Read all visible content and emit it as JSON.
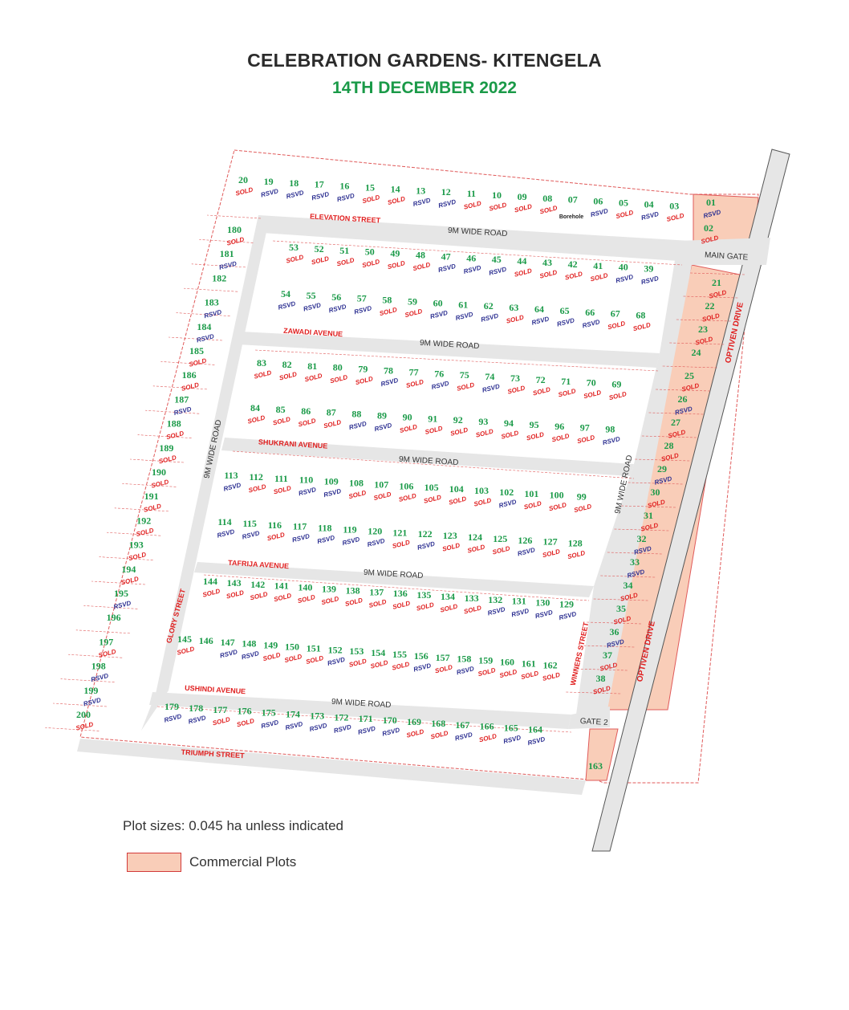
{
  "title": "CELEBRATION GARDENS- KITENGELA",
  "date": "14TH DECEMBER 2022",
  "note": "Plot sizes: 0.045 ha unless indicated",
  "legend": {
    "label": "Commercial Plots",
    "color": "#f9cdb8"
  },
  "colors": {
    "plot_number": "#1a9a48",
    "sold": "#e02020",
    "rsvd": "#2e3192",
    "road_label": "#e02020",
    "boundary": "#e05a5a",
    "road_fill": "#e6e6e6"
  },
  "statuses": {
    "sold": "SOLD",
    "rsvd": "RSVD"
  },
  "roads": {
    "elevation": "ELEVATION STREET",
    "zawadi": "ZAWADI AVENUE",
    "shukrani": "SHUKRANI AVENUE",
    "tafrija": "TAFRIJA AVENUE",
    "ushindi": "USHINDI AVENUE",
    "triumph": "TRIUMPH STREET",
    "glory": "GLORY STREET",
    "winners": "WINNERS STREET",
    "optiven1": "OPTIVEN DRIVE",
    "optiven2": "OPTIVEN DRIVE",
    "nine_m": "9M WIDE ROAD",
    "main_gate": "MAIN GATE",
    "gate2": "GATE 2",
    "borehole": "Borehole"
  },
  "plots": [
    {
      "n": "20",
      "s": "sold"
    },
    {
      "n": "19",
      "s": "rsvd"
    },
    {
      "n": "18",
      "s": "rsvd"
    },
    {
      "n": "17",
      "s": "rsvd"
    },
    {
      "n": "16",
      "s": "rsvd"
    },
    {
      "n": "15",
      "s": "sold"
    },
    {
      "n": "14",
      "s": "sold"
    },
    {
      "n": "13",
      "s": "rsvd"
    },
    {
      "n": "12",
      "s": "rsvd"
    },
    {
      "n": "11",
      "s": "sold"
    },
    {
      "n": "10",
      "s": "sold"
    },
    {
      "n": "09",
      "s": "sold"
    },
    {
      "n": "08",
      "s": "sold"
    },
    {
      "n": "07",
      "s": ""
    },
    {
      "n": "06",
      "s": "rsvd"
    },
    {
      "n": "05",
      "s": "sold"
    },
    {
      "n": "04",
      "s": "rsvd"
    },
    {
      "n": "03",
      "s": "sold"
    },
    {
      "n": "01",
      "s": "rsvd"
    },
    {
      "n": "02",
      "s": "sold"
    },
    {
      "n": "53",
      "s": "sold"
    },
    {
      "n": "52",
      "s": "sold"
    },
    {
      "n": "51",
      "s": "sold"
    },
    {
      "n": "50",
      "s": "sold"
    },
    {
      "n": "49",
      "s": "sold"
    },
    {
      "n": "48",
      "s": "sold"
    },
    {
      "n": "47",
      "s": "rsvd"
    },
    {
      "n": "46",
      "s": "rsvd"
    },
    {
      "n": "45",
      "s": "rsvd"
    },
    {
      "n": "44",
      "s": "sold"
    },
    {
      "n": "43",
      "s": "sold"
    },
    {
      "n": "42",
      "s": "sold"
    },
    {
      "n": "41",
      "s": "sold"
    },
    {
      "n": "40",
      "s": "rsvd"
    },
    {
      "n": "39",
      "s": "rsvd"
    },
    {
      "n": "54",
      "s": "rsvd"
    },
    {
      "n": "55",
      "s": "rsvd"
    },
    {
      "n": "56",
      "s": "rsvd"
    },
    {
      "n": "57",
      "s": "rsvd"
    },
    {
      "n": "58",
      "s": "sold"
    },
    {
      "n": "59",
      "s": "sold"
    },
    {
      "n": "60",
      "s": "rsvd"
    },
    {
      "n": "61",
      "s": "rsvd"
    },
    {
      "n": "62",
      "s": "rsvd"
    },
    {
      "n": "63",
      "s": "sold"
    },
    {
      "n": "64",
      "s": "rsvd"
    },
    {
      "n": "65",
      "s": "rsvd"
    },
    {
      "n": "66",
      "s": "rsvd"
    },
    {
      "n": "67",
      "s": "sold"
    },
    {
      "n": "68",
      "s": "sold"
    },
    {
      "n": "83",
      "s": "sold"
    },
    {
      "n": "82",
      "s": "sold"
    },
    {
      "n": "81",
      "s": "sold"
    },
    {
      "n": "80",
      "s": "sold"
    },
    {
      "n": "79",
      "s": "sold"
    },
    {
      "n": "78",
      "s": "rsvd"
    },
    {
      "n": "77",
      "s": "sold"
    },
    {
      "n": "76",
      "s": "rsvd"
    },
    {
      "n": "75",
      "s": "sold"
    },
    {
      "n": "74",
      "s": "rsvd"
    },
    {
      "n": "73",
      "s": "sold"
    },
    {
      "n": "72",
      "s": "sold"
    },
    {
      "n": "71",
      "s": "sold"
    },
    {
      "n": "70",
      "s": "sold"
    },
    {
      "n": "69",
      "s": "sold"
    },
    {
      "n": "84",
      "s": "sold"
    },
    {
      "n": "85",
      "s": "sold"
    },
    {
      "n": "86",
      "s": "sold"
    },
    {
      "n": "87",
      "s": "sold"
    },
    {
      "n": "88",
      "s": "rsvd"
    },
    {
      "n": "89",
      "s": "rsvd"
    },
    {
      "n": "90",
      "s": "sold"
    },
    {
      "n": "91",
      "s": "sold"
    },
    {
      "n": "92",
      "s": "sold"
    },
    {
      "n": "93",
      "s": "sold"
    },
    {
      "n": "94",
      "s": "sold"
    },
    {
      "n": "95",
      "s": "sold"
    },
    {
      "n": "96",
      "s": "sold"
    },
    {
      "n": "97",
      "s": "sold"
    },
    {
      "n": "98",
      "s": "rsvd"
    },
    {
      "n": "113",
      "s": "rsvd"
    },
    {
      "n": "112",
      "s": "sold"
    },
    {
      "n": "111",
      "s": "sold"
    },
    {
      "n": "110",
      "s": "rsvd"
    },
    {
      "n": "109",
      "s": "rsvd"
    },
    {
      "n": "108",
      "s": "sold"
    },
    {
      "n": "107",
      "s": "sold"
    },
    {
      "n": "106",
      "s": "sold"
    },
    {
      "n": "105",
      "s": "sold"
    },
    {
      "n": "104",
      "s": "sold"
    },
    {
      "n": "103",
      "s": "sold"
    },
    {
      "n": "102",
      "s": "rsvd"
    },
    {
      "n": "101",
      "s": "sold"
    },
    {
      "n": "100",
      "s": "sold"
    },
    {
      "n": "99",
      "s": "sold"
    },
    {
      "n": "114",
      "s": "rsvd"
    },
    {
      "n": "115",
      "s": "rsvd"
    },
    {
      "n": "116",
      "s": "sold"
    },
    {
      "n": "117",
      "s": "rsvd"
    },
    {
      "n": "118",
      "s": "rsvd"
    },
    {
      "n": "119",
      "s": "rsvd"
    },
    {
      "n": "120",
      "s": "rsvd"
    },
    {
      "n": "121",
      "s": "sold"
    },
    {
      "n": "122",
      "s": "rsvd"
    },
    {
      "n": "123",
      "s": "sold"
    },
    {
      "n": "124",
      "s": "sold"
    },
    {
      "n": "125",
      "s": "sold"
    },
    {
      "n": "126",
      "s": "rsvd"
    },
    {
      "n": "127",
      "s": "sold"
    },
    {
      "n": "128",
      "s": "sold"
    },
    {
      "n": "144",
      "s": "sold"
    },
    {
      "n": "143",
      "s": "sold"
    },
    {
      "n": "142",
      "s": "sold"
    },
    {
      "n": "141",
      "s": "sold"
    },
    {
      "n": "140",
      "s": "sold"
    },
    {
      "n": "139",
      "s": "sold"
    },
    {
      "n": "138",
      "s": "sold"
    },
    {
      "n": "137",
      "s": "sold"
    },
    {
      "n": "136",
      "s": "sold"
    },
    {
      "n": "135",
      "s": "sold"
    },
    {
      "n": "134",
      "s": "sold"
    },
    {
      "n": "133",
      "s": "sold"
    },
    {
      "n": "132",
      "s": "rsvd"
    },
    {
      "n": "131",
      "s": "rsvd"
    },
    {
      "n": "130",
      "s": "rsvd"
    },
    {
      "n": "129",
      "s": "rsvd"
    },
    {
      "n": "145",
      "s": "sold"
    },
    {
      "n": "146",
      "s": ""
    },
    {
      "n": "147",
      "s": "rsvd"
    },
    {
      "n": "148",
      "s": "rsvd"
    },
    {
      "n": "149",
      "s": "sold"
    },
    {
      "n": "150",
      "s": "sold"
    },
    {
      "n": "151",
      "s": "sold"
    },
    {
      "n": "152",
      "s": "rsvd"
    },
    {
      "n": "153",
      "s": "sold"
    },
    {
      "n": "154",
      "s": "sold"
    },
    {
      "n": "155",
      "s": "sold"
    },
    {
      "n": "156",
      "s": "rsvd"
    },
    {
      "n": "157",
      "s": "sold"
    },
    {
      "n": "158",
      "s": "rsvd"
    },
    {
      "n": "159",
      "s": "sold"
    },
    {
      "n": "160",
      "s": "sold"
    },
    {
      "n": "161",
      "s": "sold"
    },
    {
      "n": "162",
      "s": "sold"
    },
    {
      "n": "179",
      "s": "rsvd"
    },
    {
      "n": "178",
      "s": "rsvd"
    },
    {
      "n": "177",
      "s": "sold"
    },
    {
      "n": "176",
      "s": "sold"
    },
    {
      "n": "175",
      "s": "rsvd"
    },
    {
      "n": "174",
      "s": "rsvd"
    },
    {
      "n": "173",
      "s": "rsvd"
    },
    {
      "n": "172",
      "s": "rsvd"
    },
    {
      "n": "171",
      "s": "rsvd"
    },
    {
      "n": "170",
      "s": "rsvd"
    },
    {
      "n": "169",
      "s": "sold"
    },
    {
      "n": "168",
      "s": "sold"
    },
    {
      "n": "167",
      "s": "rsvd"
    },
    {
      "n": "166",
      "s": "sold"
    },
    {
      "n": "165",
      "s": "rsvd"
    },
    {
      "n": "164",
      "s": "rsvd"
    },
    {
      "n": "163",
      "s": ""
    },
    {
      "n": "180",
      "s": "sold"
    },
    {
      "n": "181",
      "s": "rsvd"
    },
    {
      "n": "182",
      "s": ""
    },
    {
      "n": "183",
      "s": "rsvd"
    },
    {
      "n": "184",
      "s": "rsvd"
    },
    {
      "n": "185",
      "s": "sold"
    },
    {
      "n": "186",
      "s": "sold"
    },
    {
      "n": "187",
      "s": "rsvd"
    },
    {
      "n": "188",
      "s": "sold"
    },
    {
      "n": "189",
      "s": "sold"
    },
    {
      "n": "190",
      "s": "sold"
    },
    {
      "n": "191",
      "s": "sold"
    },
    {
      "n": "192",
      "s": "sold"
    },
    {
      "n": "193",
      "s": "sold"
    },
    {
      "n": "194",
      "s": "sold"
    },
    {
      "n": "195",
      "s": "rsvd"
    },
    {
      "n": "196",
      "s": ""
    },
    {
      "n": "197",
      "s": "sold"
    },
    {
      "n": "198",
      "s": "rsvd"
    },
    {
      "n": "199",
      "s": "rsvd"
    },
    {
      "n": "200",
      "s": "sold"
    },
    {
      "n": "21",
      "s": "sold"
    },
    {
      "n": "22",
      "s": "sold"
    },
    {
      "n": "23",
      "s": "sold"
    },
    {
      "n": "24",
      "s": ""
    },
    {
      "n": "25",
      "s": "sold"
    },
    {
      "n": "26",
      "s": "rsvd"
    },
    {
      "n": "27",
      "s": "sold"
    },
    {
      "n": "28",
      "s": "sold"
    },
    {
      "n": "29",
      "s": "rsvd"
    },
    {
      "n": "30",
      "s": "sold"
    },
    {
      "n": "31",
      "s": "sold"
    },
    {
      "n": "32",
      "s": "rsvd"
    },
    {
      "n": "33",
      "s": "rsvd"
    },
    {
      "n": "34",
      "s": "sold"
    },
    {
      "n": "35",
      "s": "sold"
    },
    {
      "n": "36",
      "s": "rsvd"
    },
    {
      "n": "37",
      "s": "sold"
    },
    {
      "n": "38",
      "s": "sold"
    }
  ]
}
